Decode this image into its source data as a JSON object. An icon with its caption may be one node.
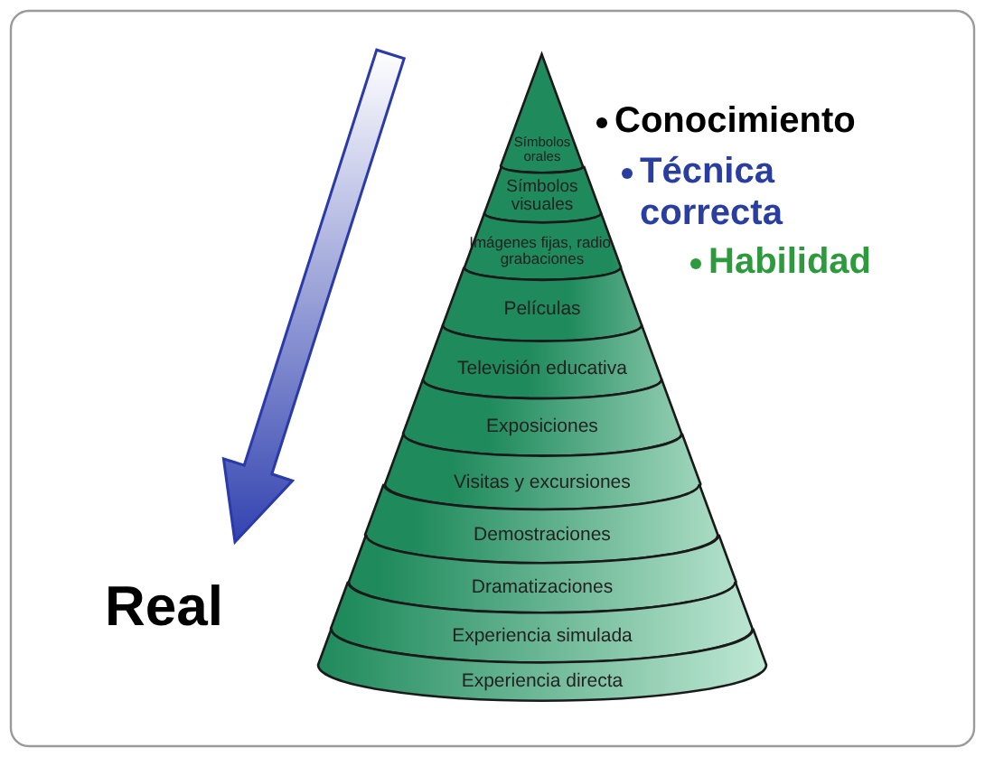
{
  "diagram": {
    "nodes": [
      {
        "text": [
          "Símbolos orales"
        ]
      },
      {
        "text": [
          "Símbolos visuales"
        ]
      },
      {
        "text": [
          "Imágenes fijas, radio, grabaciones"
        ]
      },
      {
        "text": [
          "Películas"
        ]
      },
      {
        "text": [
          "Televisión educativa"
        ]
      },
      {
        "text": [
          "Exposiciones"
        ]
      },
      {
        "text": [
          "Visitas y excursiones"
        ]
      },
      {
        "text": [
          "Demostraciones"
        ]
      },
      {
        "text": [
          "Dramatizaciones"
        ]
      },
      {
        "text": [
          "Experiencia simulada"
        ]
      },
      {
        "text": [
          "Experiencia directa"
        ]
      }
    ],
    "edges": [],
    "labels": [
      "Conocimiento",
      "Técnica correcta",
      "Habilidad",
      "Real"
    ]
  }
}
